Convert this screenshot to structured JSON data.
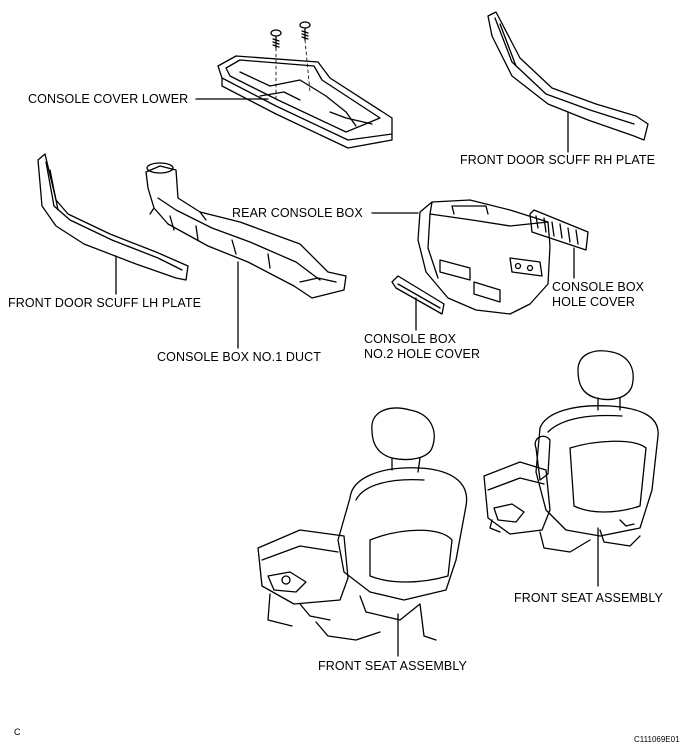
{
  "labels": {
    "console_cover_lower": "CONSOLE COVER LOWER",
    "front_door_scuff_rh": "FRONT DOOR SCUFF RH PLATE",
    "rear_console_box": "REAR CONSOLE BOX",
    "front_door_scuff_lh": "FRONT DOOR SCUFF LH PLATE",
    "console_box_hole_cover": [
      "CONSOLE BOX",
      "HOLE COVER"
    ],
    "console_box_no2_hole_cover": [
      "CONSOLE BOX",
      "NO.2 HOLE COVER"
    ],
    "console_box_no1_duct": "CONSOLE BOX NO.1 DUCT",
    "front_seat_assembly_right": "FRONT SEAT ASSEMBLY",
    "front_seat_assembly_left": "FRONT SEAT ASSEMBLY"
  },
  "corner_marks": {
    "left": "C",
    "right": "C111069E01"
  }
}
